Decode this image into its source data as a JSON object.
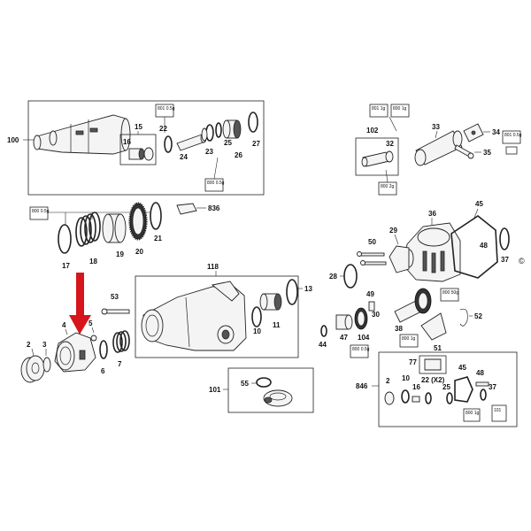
{
  "labels": {
    "l100": "100",
    "l15": "15",
    "l16": "16",
    "l22a": "22",
    "l24": "24",
    "l23": "23",
    "l25a": "25",
    "l26": "26",
    "l27": "27",
    "l102": "102",
    "l32": "32",
    "l33": "33",
    "l34": "34",
    "l35": "35",
    "l836": "836",
    "l17": "17",
    "l18": "18",
    "l19": "19",
    "l20": "20",
    "l21": "21",
    "l118": "118",
    "l13": "13",
    "l53": "53",
    "l10a": "10",
    "l11": "11",
    "l4": "4",
    "l5": "5",
    "l2a": "2",
    "l3": "3",
    "l6": "6",
    "l7": "7",
    "l101": "101",
    "l55": "55",
    "l36": "36",
    "l45a": "45",
    "l29": "29",
    "l48a": "48",
    "l37a": "37",
    "l50": "50",
    "l28": "28",
    "l49": "49",
    "l30": "30",
    "l52": "52",
    "l47": "47",
    "l104": "104",
    "l38": "38",
    "l44": "44",
    "l51": "51",
    "l846": "846",
    "l77": "77",
    "l45b": "45",
    "l48b": "48",
    "l37b": "37",
    "l2b": "2",
    "l10b": "10",
    "l16b": "16",
    "l22b": "22 (X2)",
    "l25b": "25"
  },
  "grease_tags": {
    "g1": "801 0.5g",
    "g2": "800 0.5g",
    "g3": "801 1g",
    "g4": "800 1g",
    "g5": "801 0.5g",
    "g6": "800 2g",
    "g7": "800 0.5g",
    "g8": "800 50g",
    "g9": "800 1g",
    "g10": "800 0.5g",
    "g11": "800 1g",
    "g12": "101"
  },
  "copyright": "©"
}
